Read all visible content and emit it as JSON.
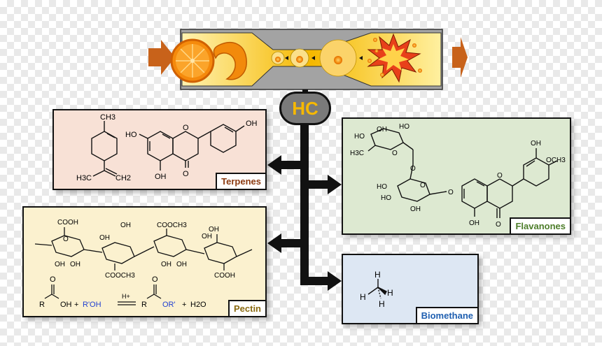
{
  "hub": {
    "label": "HC"
  },
  "boxes": {
    "terpenes": {
      "label": "Terpenes",
      "bg": "#f8e1d6",
      "color": "#8b3a10"
    },
    "flavanones": {
      "label": "Flavanones",
      "bg": "#dde9d1",
      "color": "#4d7d2a"
    },
    "pectin": {
      "label": "Pectin",
      "bg": "#fbf1cf",
      "color": "#8a6a10"
    },
    "biomethane": {
      "label": "Biomethane",
      "bg": "#dde7f3",
      "color": "#1f5fb0"
    }
  },
  "structures": {
    "terpenes": {
      "limonene": {
        "ch3": "CH3",
        "ch2": "CH2",
        "h3c": "H3C"
      },
      "flavone": {
        "oh_left": "HO",
        "oh_right": "OH",
        "oh_bottom": "OH",
        "o_ring": "O",
        "o_ketone": "O"
      }
    },
    "flavanones": {
      "sugar": {
        "ho1": "HO",
        "oh1": "OH",
        "ho2": "HO",
        "h3c": "H3C",
        "o1": "O",
        "o2": "O",
        "o3": "O",
        "ho3": "HO",
        "ho4": "HO",
        "oh2": "OH",
        "o4": "O"
      },
      "aglycone": {
        "oh_top": "OH",
        "och3": "OCH3",
        "o_ring": "O",
        "oh_bottom": "OH",
        "o_ketone": "O",
        "o_link": "O"
      }
    },
    "pectin": {
      "cooh1": "COOH",
      "oh1": "OH",
      "oh2": "OH",
      "cooch3_top": "COOCH3",
      "oh3": "OH",
      "oh4": "OH",
      "oh5": "OH",
      "cooch3_bottom": "COOCH3",
      "oh6": "OH",
      "oh7": "OH",
      "oh8": "OH",
      "cooh2": "COOH",
      "ring_o": "O",
      "reaction": {
        "r1": "R",
        "o1": "O",
        "oh": "OH",
        "plus1": "+",
        "roh": "R'OH",
        "catalyst": "H+",
        "r2": "R",
        "o2": "O",
        "or": "OR'",
        "plus2": "+",
        "h2o": "H2O"
      }
    },
    "biomethane": {
      "h": "H"
    }
  },
  "colors": {
    "arrow": "#c8621a",
    "tube": "#a3a3a3",
    "fire": "#f5c21a",
    "black": "#111111",
    "blue": "#1f3fd0"
  }
}
